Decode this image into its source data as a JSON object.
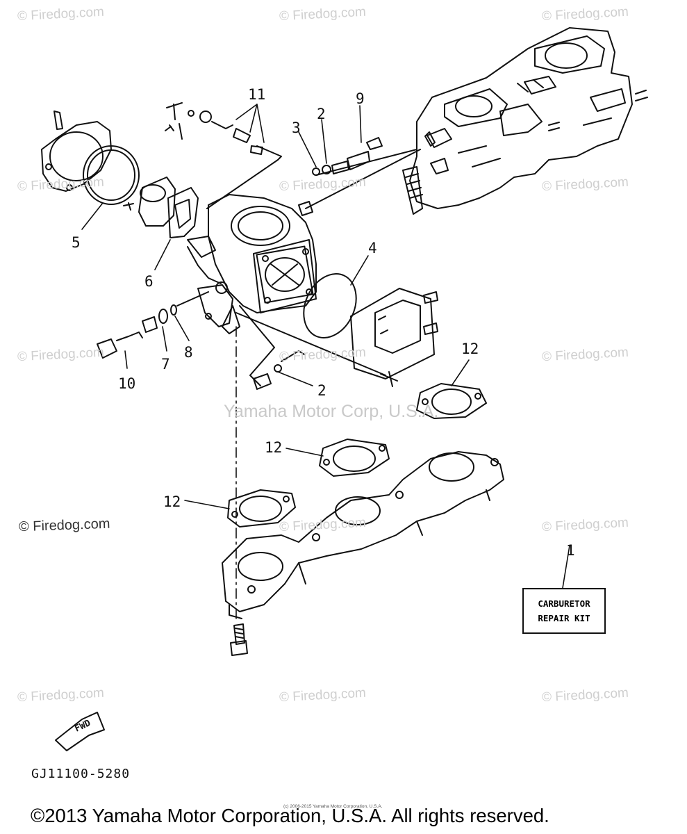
{
  "watermarks": {
    "text": "© Firedog.com"
  },
  "yamaha_watermark": "Yamaha Motor Corp, U.S.A.",
  "callouts": {
    "c1": "1",
    "c2a": "2",
    "c2b": "2",
    "c3": "3",
    "c4": "4",
    "c5": "5",
    "c6": "6",
    "c7": "7",
    "c8": "8",
    "c9": "9",
    "c10": "10",
    "c11": "11",
    "c12a": "12",
    "c12b": "12",
    "c12c": "12"
  },
  "repair_kit": {
    "line1": "CARBURETOR",
    "line2": "REPAIR KIT"
  },
  "fwd_label": "FWD",
  "part_code": "GJ11100-5280",
  "tiny_copyright": "(c) 2006-2015 Yamaha Motor Corporation, U.S.A.",
  "copyright": "©2013 Yamaha Motor Corporation, U.S.A. All rights reserved."
}
